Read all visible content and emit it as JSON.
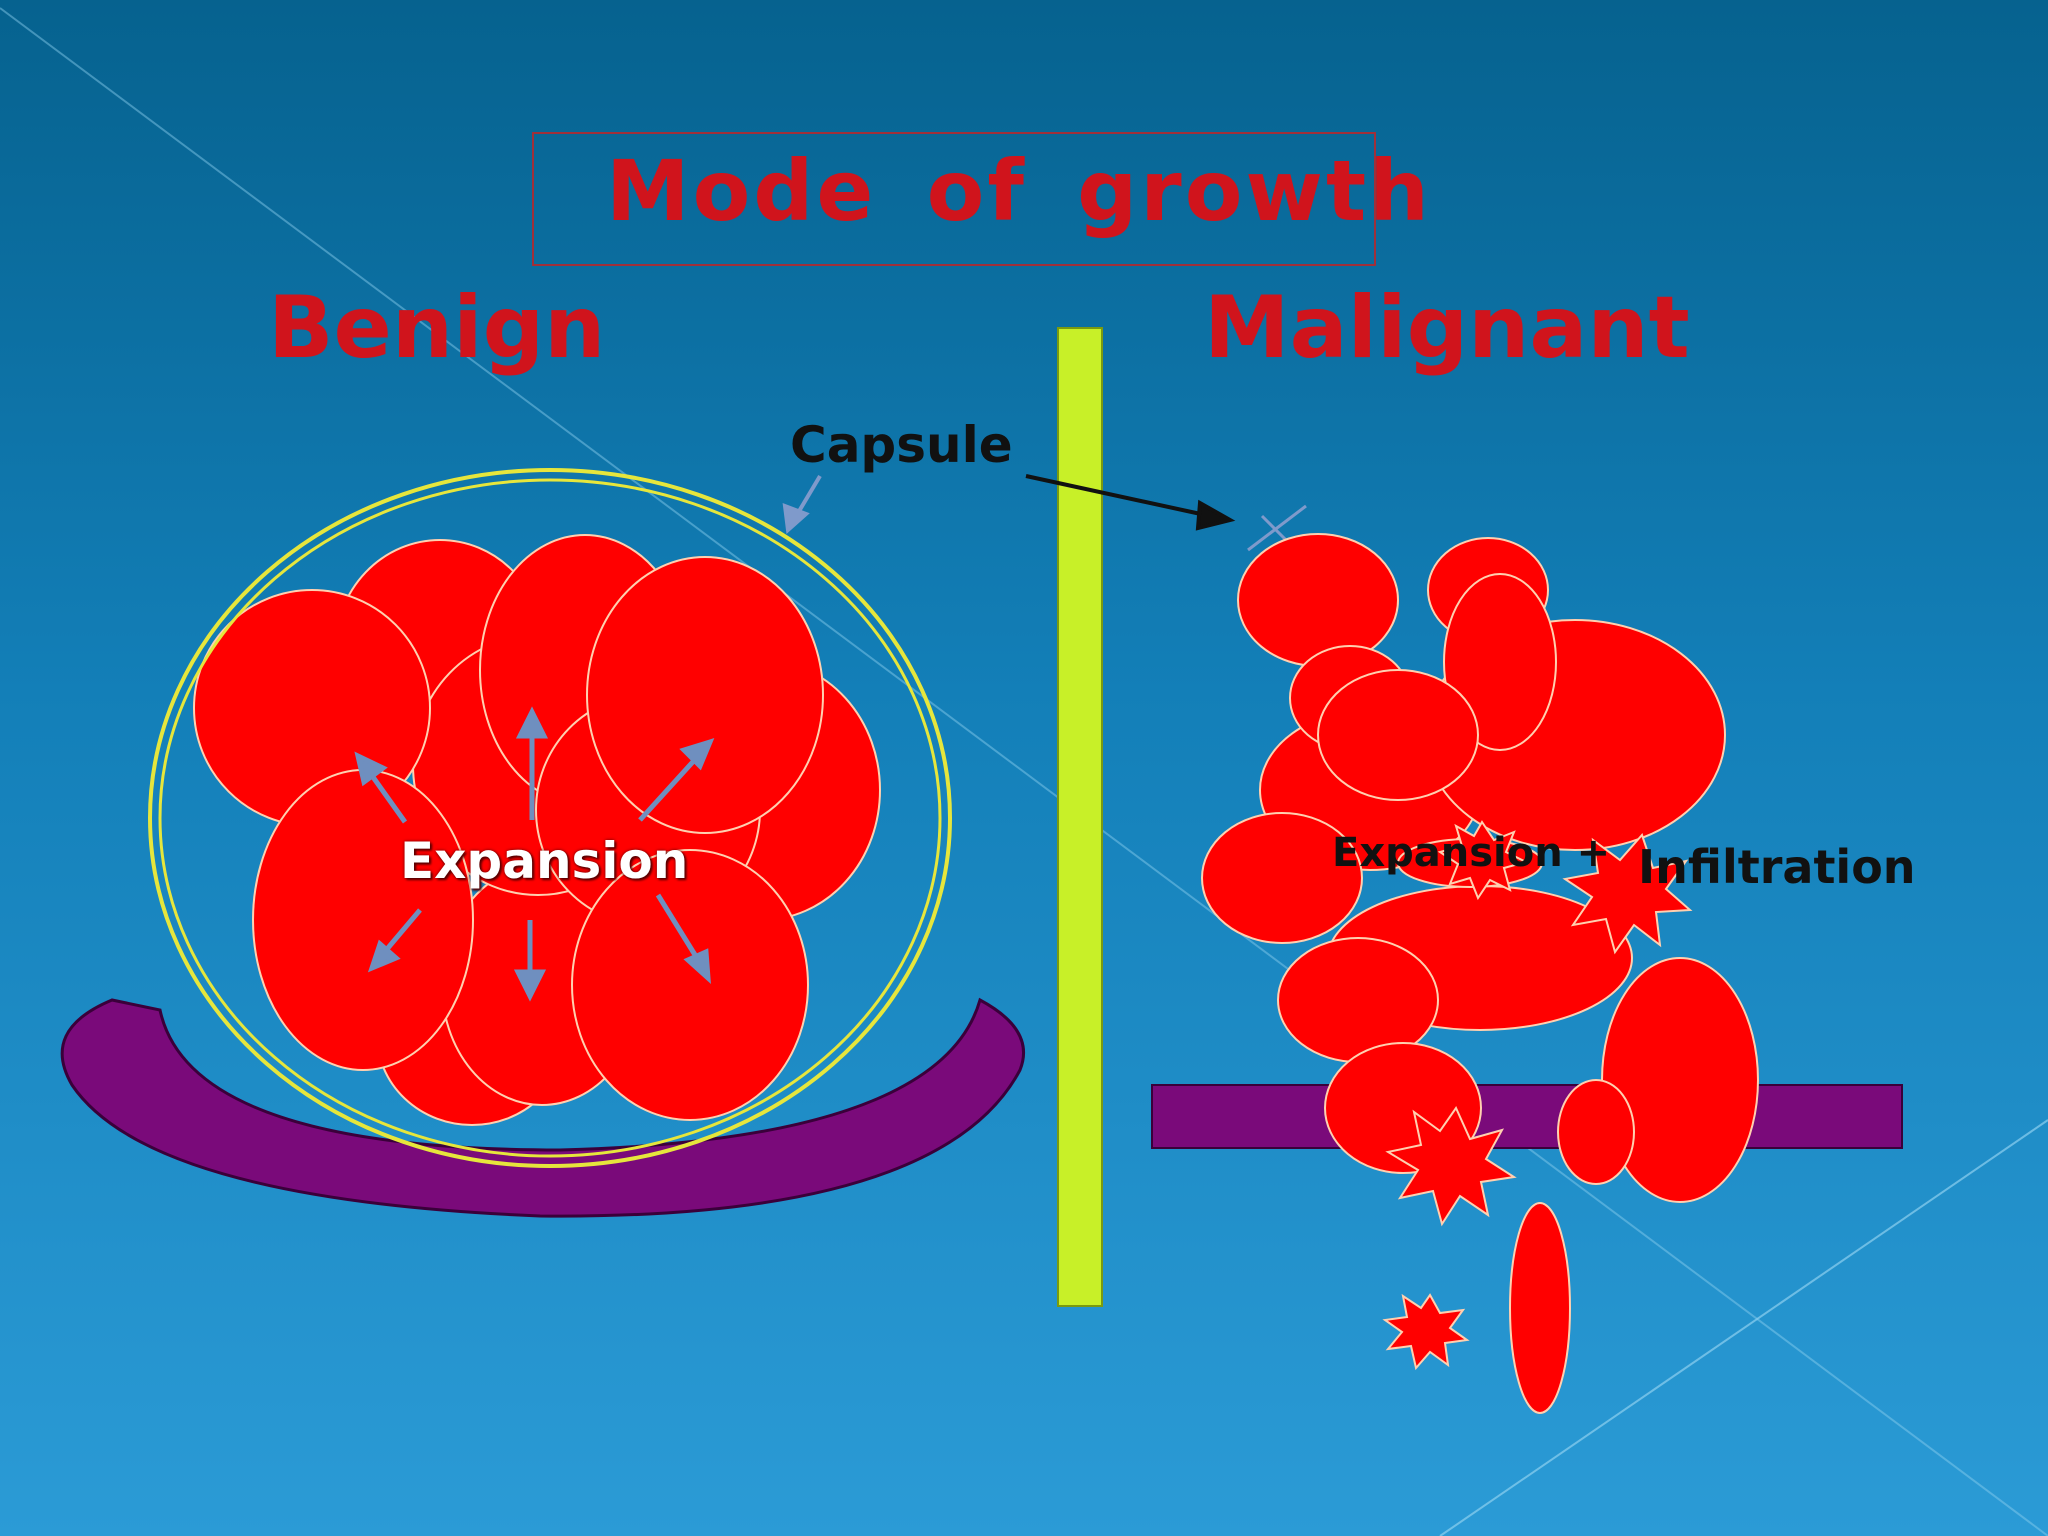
{
  "title": "Mode of growth",
  "headings": {
    "benign": "Benign",
    "malignant": "Malignant"
  },
  "labels": {
    "capsule": "Capsule",
    "expansion_benign": "Expansion",
    "expansion_malignant": "Expansion +",
    "infiltration": "Infiltration"
  },
  "colors": {
    "tumor_cell": "#ff0000",
    "capsule": "#e6e63c",
    "basement": "#7a0a7a",
    "divider": "#c8f028",
    "text_red": "#d0141c",
    "background_top": "#06628f",
    "background_bottom": "#2b9bd6"
  }
}
